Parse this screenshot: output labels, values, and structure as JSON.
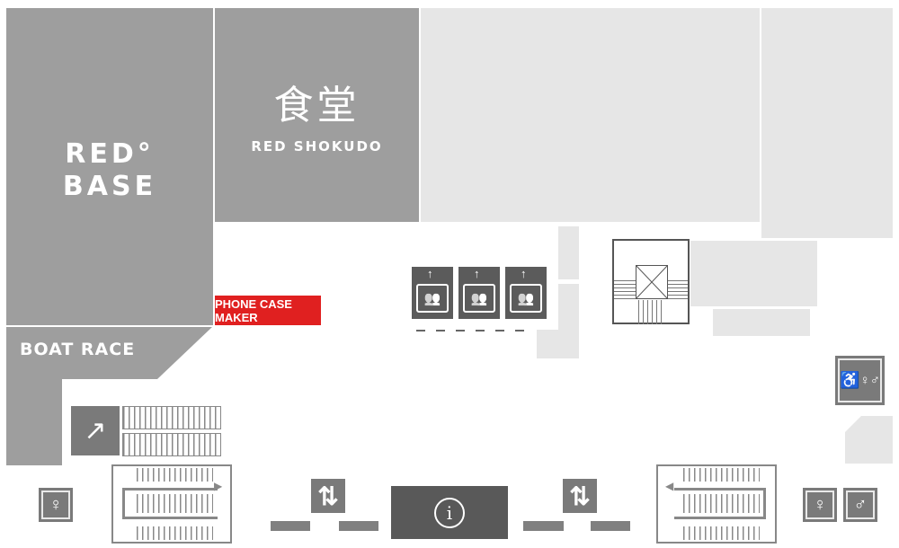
{
  "stores": {
    "red_base": {
      "logo_text": "RED° BASE"
    },
    "red_shokudo": {
      "logo_kanji": "食堂",
      "logo_text": "RED SHOKUDO"
    },
    "boat_race": {
      "logo_text": "BOAT RACE"
    },
    "phone_case_maker": {
      "label": "PHONE CASE MAKER"
    }
  },
  "colors": {
    "store": "#9e9e9e",
    "area": "#e6e6e6",
    "accent": "#e02020",
    "icon": "#7a7a7a",
    "info": "#595959"
  },
  "icons": {
    "elevator": "elevator-icon",
    "escalator": "escalator-icon",
    "restroom": "restroom-icon",
    "accessible": "accessible-restroom-icon",
    "info": "info-icon",
    "updown": "up-down-arrows-icon"
  },
  "glyphs": {
    "up_arrow": "↑",
    "people": "👥",
    "updown": "⇅",
    "info": "i",
    "female": "♀",
    "male": "♂",
    "accessible": "♿",
    "escalator": "↗",
    "left_arrow": "◀",
    "right_arrow": "▶"
  }
}
